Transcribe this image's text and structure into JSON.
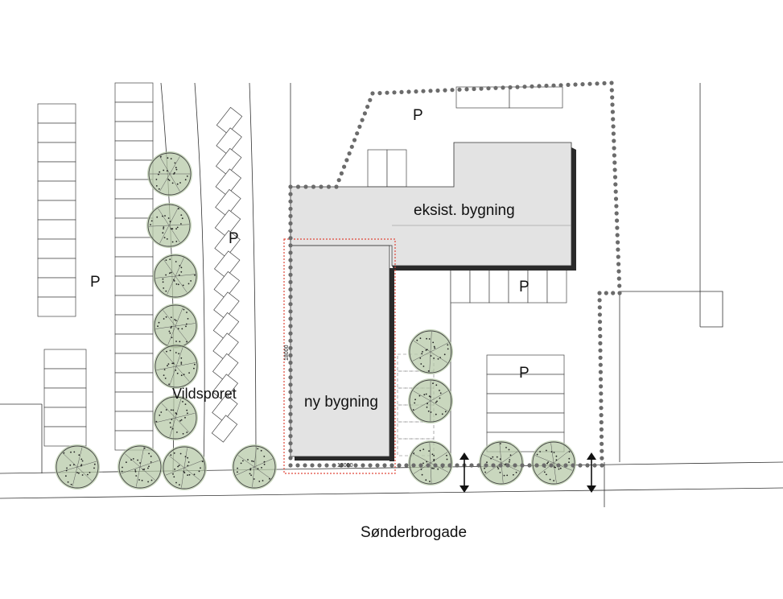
{
  "labels": {
    "parking": "P",
    "existing_building": "eksist. bygning",
    "new_building": "ny bygning",
    "street_side": "Vildsporet",
    "street_main": "Sønderbrogade",
    "dim_width": "13000",
    "dim_depth": "18000"
  },
  "colors": {
    "building_fill": "#e3e3e3",
    "building_outline": "#333333",
    "building_shadow": "#2a2a2a",
    "property_dots": "#6b6b6b",
    "new_plot_dashed": "#e0473a",
    "tree_foliage": "#b7c9a8",
    "lines": "#333333"
  }
}
